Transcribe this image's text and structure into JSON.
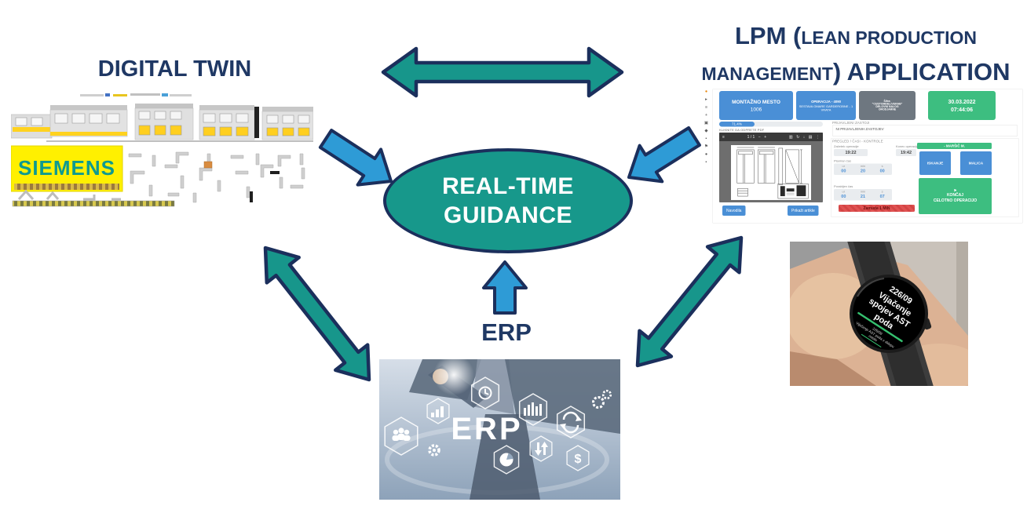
{
  "headings": {
    "digital_twin": "DIGITAL TWIN",
    "lpm_big1": "LPM (",
    "lpm_small1": "LEAN PRODUCTION",
    "lpm_small2": "MANAGEMENT",
    "lpm_big2": ") APPLICATION",
    "center1": "REAL-TIME",
    "center2": "GUIDANCE",
    "erp": "ERP"
  },
  "colors": {
    "navy": "#1F3864",
    "teal": "#17988B",
    "arrow_blue": "#2E9BD6",
    "app_blue": "#4A8FD6",
    "app_green": "#3DBE80",
    "app_gray": "#6E7780",
    "app_red": "#D94444",
    "siemens_yellow": "#FFF000",
    "siemens_teal": "#0E9A90"
  },
  "digital_twin": {
    "brand": "SIEMENS"
  },
  "lpm_app": {
    "sidebar_icons": [
      "●",
      "▸",
      "≡",
      "+",
      "▣",
      "◆",
      "▪",
      "⚑",
      "●",
      "▪"
    ],
    "buttons": {
      "station_line1": "MONTAŽNO MESTO",
      "station_line2": "1006",
      "operation_line1": "OPERACIJA - 4090",
      "operation_line2": "SESTAVA OMARE GARDEROBNE - 1 VRATA",
      "order_line1": "Šifra:",
      "order_line2": "\"CUSTOMDELIVERAB\"",
      "order_line3": "DELOVNI NALOG",
      "order_line4": "ORODJARNE",
      "date": "30.03.2022",
      "time": "07:44:06"
    },
    "progress_value": "71.4%",
    "pdf_hint": "KLIKNITE DA ODPRETE PDF",
    "pdf_toolbar": {
      "page": "1 / 1",
      "icons": [
        "≡",
        "−",
        "+",
        "▥",
        "↻",
        "↓",
        "▤",
        "⋮"
      ]
    },
    "stoppages_title": "PRIJAVLJENI ZASTOJI",
    "stoppages_empty": "NI PRIJAVLJENIH ZASTOJEV",
    "controls_title": "PREGLED / ČASI - KONTROLE",
    "start_label": "Začetek operacije",
    "start_time": "19:22",
    "end_label": "Konec operacije",
    "end_time": "19:42",
    "worker": "- MARŠIČ M.",
    "planned_label": "Planiran čas",
    "spent_label": "Porabljen čas",
    "time_cols": [
      "ur",
      "min",
      "s"
    ],
    "planned": [
      "00",
      "20",
      "00"
    ],
    "spent": [
      "00",
      "21",
      "07"
    ],
    "delay": "Zamuda 1 MIN",
    "btn_instructions": "Navodila",
    "btn_show_articles": "Prikaži artikle",
    "btn_search": "ISKANJE",
    "btn_lunch": "MALICA",
    "finish_icon": "⚑",
    "btn_finish1": "KONČAJ",
    "btn_finish2": "CELOTNO OPERACIJO"
  },
  "watch": {
    "code": "226/09",
    "task1": "Vijačenje",
    "task2": "spojev AST",
    "task3": "poda",
    "sub1": "226/09",
    "sub2": "Vijačenje AST poda v sklopu",
    "sub3": "ostale"
  },
  "erp_visual": {
    "title": "ERP",
    "dollar": "$"
  }
}
